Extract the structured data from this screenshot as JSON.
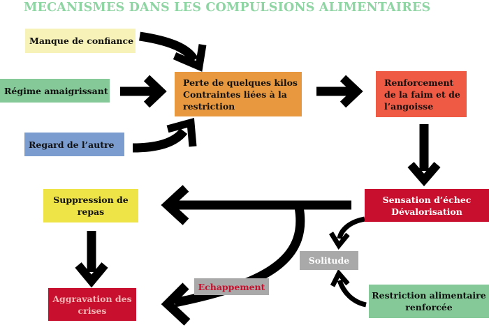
{
  "title": "MECANISMES DANS LES COMPULSIONS ALIMENTAIRES",
  "colors": {
    "title": "#8fd4a3",
    "yellow_light": "#f7f2b8",
    "green": "#84c997",
    "blue": "#7a9ccf",
    "orange": "#e8993f",
    "red_orange": "#ef5a45",
    "crimson": "#c8102e",
    "yellow": "#efe447",
    "gray": "#a9a9a9",
    "arrow": "#000000"
  },
  "nodes": {
    "manque": "Manque de confiance",
    "regime": "Régime amaigrissant",
    "regard": "Regard de l’autre",
    "perte": [
      "Perte de quelques kilos",
      "Contraintes liées à la",
      "restriction"
    ],
    "renforcement": [
      "Renforcement",
      "de la faim et de",
      "l’angoisse"
    ],
    "sensation": [
      "Sensation d’échec",
      "Dévalorisation"
    ],
    "suppression": [
      "Suppression de",
      "repas"
    ],
    "aggravation": [
      "Aggravation des",
      "crises"
    ],
    "echappement": "Echappement",
    "solitude": "Solitude",
    "restriction": [
      "Restriction alimentaire",
      "renforcée"
    ]
  }
}
